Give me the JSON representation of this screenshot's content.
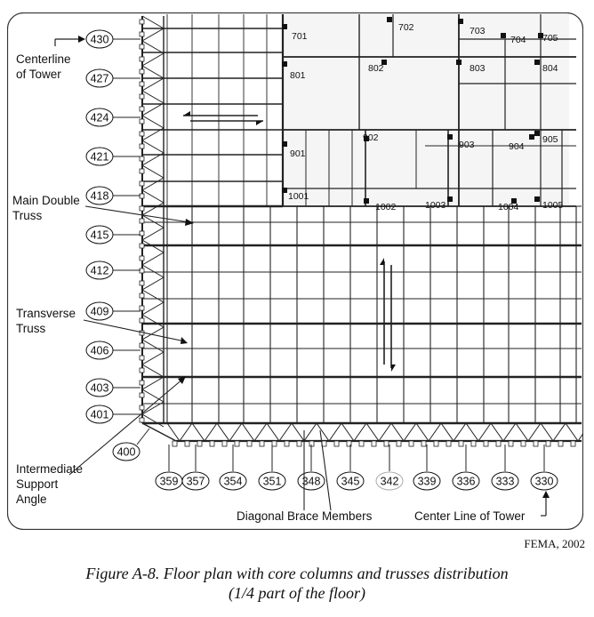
{
  "labels": {
    "centerline_tower_left": [
      "Centerline",
      "of Tower"
    ],
    "main_double_truss": [
      "Main Double",
      "Truss"
    ],
    "transverse_truss": [
      "Transverse",
      "Truss"
    ],
    "intermediate_support_angle": [
      "Intermediate",
      "Support",
      "Angle"
    ],
    "diagonal_brace_members": "Diagonal Brace Members",
    "center_line_tower_bottom": "Center Line of Tower"
  },
  "left_columns": [
    "430",
    "427",
    "424",
    "421",
    "418",
    "415",
    "412",
    "409",
    "406",
    "403",
    "401"
  ],
  "corner_column": "400",
  "bottom_columns": [
    "359",
    "357",
    "354",
    "351",
    "348",
    "345",
    "342",
    "339",
    "336",
    "333",
    "330"
  ],
  "core_columns": [
    "701",
    "702",
    "703",
    "704",
    "705",
    "801",
    "802",
    "803",
    "804",
    "901",
    "902",
    "903",
    "904",
    "905",
    "1001",
    "1002",
    "1003",
    "1004",
    "1005"
  ],
  "credit": "FEMA, 2002",
  "caption": {
    "line1": "Figure A-8.  Floor plan with core columns and trusses distribution",
    "line2": "(1/4 part of the floor)"
  },
  "colors": {
    "line": "#111111",
    "core_fill": "#f4f4f4",
    "grid_line": "#222222"
  }
}
